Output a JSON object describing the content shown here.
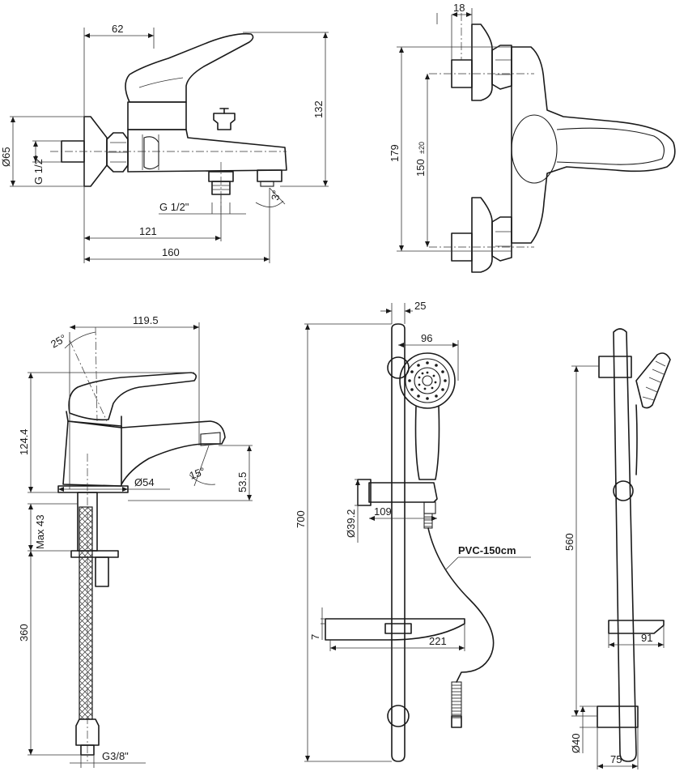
{
  "bath_mixer_side": {
    "dim_62": "62",
    "dim_132": "132",
    "dim_d65": "Ø65",
    "dim_g12_inlet": "G 1/2\"",
    "dim_g12_outlet": "G 1/2\"",
    "dim_3deg": "3°",
    "dim_121": "121",
    "dim_160": "160"
  },
  "bath_mixer_front": {
    "dim_18": "18",
    "dim_179": "179",
    "dim_150": "150",
    "dim_150_tol": "±20"
  },
  "basin_mixer": {
    "dim_119_5": "119.5",
    "dim_25deg": "25°",
    "dim_124_4": "124.4",
    "dim_15deg": "15°",
    "dim_53_5": "53.5",
    "dim_d54": "Ø54",
    "dim_max43": "Max 43",
    "dim_360": "360",
    "dim_g38": "G3/8\""
  },
  "shower_set_front": {
    "dim_25": "25",
    "dim_96": "96",
    "dim_700": "700",
    "dim_d39_2": "Ø39.2",
    "dim_109": "109",
    "hose_label": "PVC-150cm",
    "dim_7": "7",
    "dim_221": "221"
  },
  "shower_set_side": {
    "dim_560": "560",
    "dim_91": "91",
    "dim_d40": "Ø40",
    "dim_75": "75"
  }
}
